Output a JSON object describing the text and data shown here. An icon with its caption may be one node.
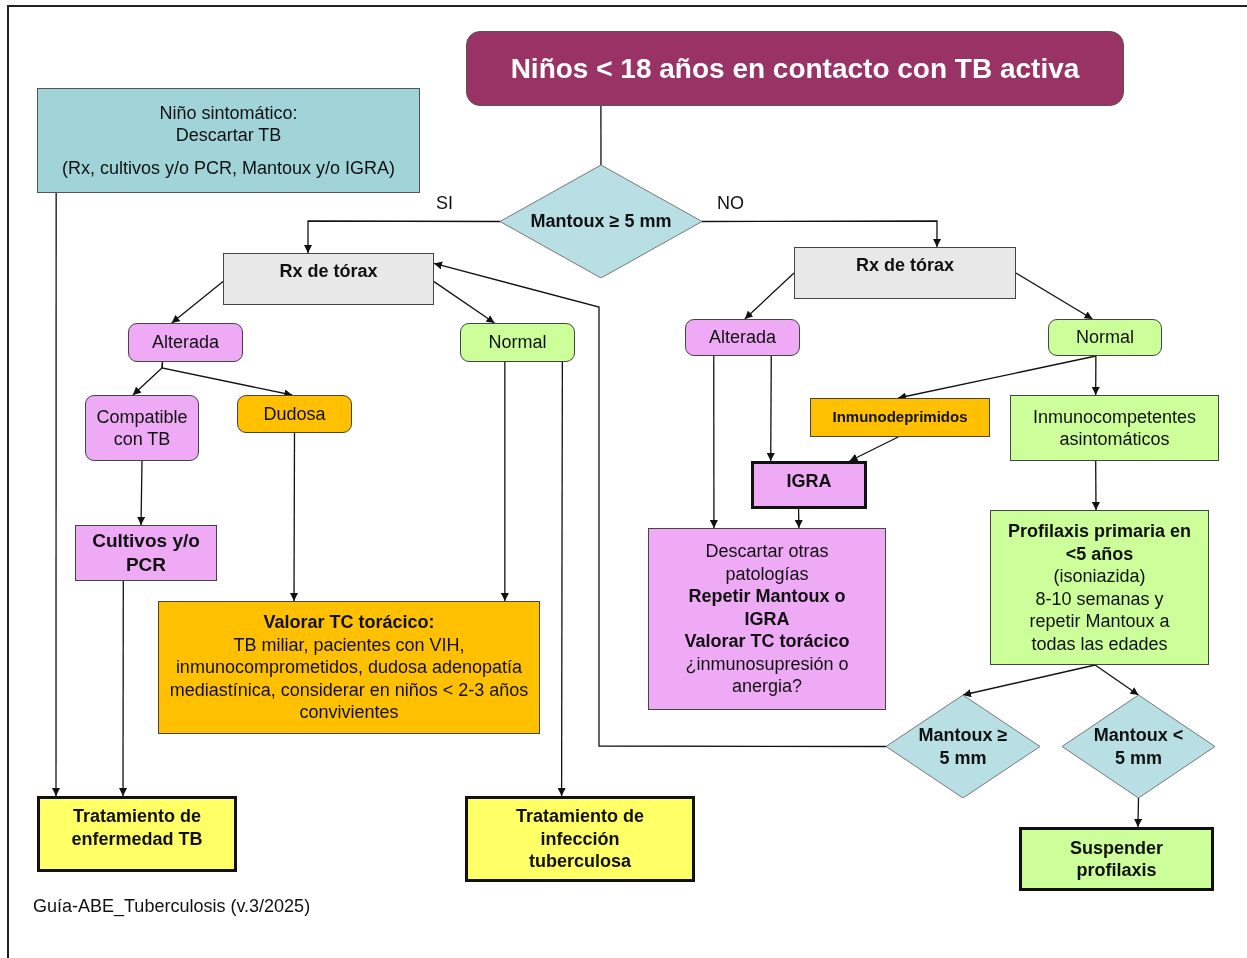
{
  "diagram": {
    "nodes": [
      {
        "text": [
          "Niños < 18 años en contacto con TB activa"
        ]
      },
      {
        "text": [
          "Niño sintomático: Descartar TB",
          "(Rx, cultivos y/o PCR, Mantoux y/o IGRA)"
        ]
      },
      {
        "text": [
          "Mantoux ≥ 5 mm"
        ]
      },
      {
        "text": [
          "Rx de tórax"
        ]
      },
      {
        "text": [
          "Alterada"
        ]
      },
      {
        "text": [
          "Normal"
        ]
      },
      {
        "text": [
          "Compatible con TB"
        ]
      },
      {
        "text": [
          "Dudosa"
        ]
      },
      {
        "text": [
          "Cultivos y/o PCR"
        ]
      },
      {
        "text": [
          "Valorar TC torácico:",
          "TB miliar, pacientes con VIH, inmunocomprometidos, dudosa adenopatía mediastínica, considerar en niños < 2-3 años convivientes"
        ]
      },
      {
        "text": [
          "Rx de tórax"
        ]
      },
      {
        "text": [
          "Alterada"
        ]
      },
      {
        "text": [
          "Normal"
        ]
      },
      {
        "text": [
          "Inmunodeprimidos"
        ]
      },
      {
        "text": [
          "Inmunocompetentes asintomáticos"
        ]
      },
      {
        "text": [
          "IGRA"
        ]
      },
      {
        "text": [
          "Descartar otras patologías",
          "Repetir Mantoux o IGRA",
          "Valorar TC torácico",
          "¿inmunosupresión o anergia?"
        ]
      },
      {
        "text": [
          "Profilaxis primaria en <5 años",
          "(isoniazida)",
          "8-10 semanas y repetir Mantoux a todas las edades"
        ]
      },
      {
        "text": [
          "Mantoux ≥ 5 mm"
        ]
      },
      {
        "text": [
          "Mantoux < 5 mm"
        ]
      },
      {
        "text": [
          "Tratamiento de enfermedad TB"
        ]
      },
      {
        "text": [
          "Tratamiento de infección tuberculosa"
        ]
      },
      {
        "text": [
          "Suspender profilaxis"
        ]
      }
    ],
    "edges": [
      {
        "from": 0,
        "to": 2,
        "arrow": "none"
      },
      {
        "from": 2,
        "to": 3,
        "arrow": "to",
        "label": "SI"
      },
      {
        "from": 2,
        "to": 10,
        "arrow": "to",
        "label": "NO"
      },
      {
        "from": 3,
        "to": 4,
        "arrow": "to"
      },
      {
        "from": 3,
        "to": 5,
        "arrow": "to"
      },
      {
        "from": 4,
        "to": 6,
        "arrow": "to"
      },
      {
        "from": 4,
        "to": 7,
        "arrow": "to"
      },
      {
        "from": 6,
        "to": 8,
        "arrow": "to"
      },
      {
        "from": 7,
        "to": 9,
        "arrow": "to"
      },
      {
        "from": 5,
        "to": 9,
        "arrow": "to"
      },
      {
        "from": 5,
        "to": 21,
        "arrow": "to"
      },
      {
        "from": 1,
        "to": 20,
        "arrow": "to"
      },
      {
        "from": 8,
        "to": 20,
        "arrow": "to"
      },
      {
        "from": 10,
        "to": 11,
        "arrow": "to"
      },
      {
        "from": 10,
        "to": 12,
        "arrow": "to"
      },
      {
        "from": 11,
        "to": 16,
        "arrow": "to"
      },
      {
        "from": 11,
        "to": 15,
        "arrow": "to"
      },
      {
        "from": 12,
        "to": 13,
        "arrow": "to"
      },
      {
        "from": 12,
        "to": 14,
        "arrow": "to"
      },
      {
        "from": 13,
        "to": 15,
        "arrow": "to"
      },
      {
        "from": 15,
        "to": 16,
        "arrow": "to"
      },
      {
        "from": 14,
        "to": 17,
        "arrow": "to"
      },
      {
        "from": 17,
        "to": 18,
        "arrow": "to"
      },
      {
        "from": 17,
        "to": 19,
        "arrow": "to"
      },
      {
        "from": 18,
        "to": 3,
        "arrow": "to"
      },
      {
        "from": 19,
        "to": 22,
        "arrow": "to"
      }
    ],
    "labels": [
      "Guía-ABE_Tuberculosis (v.3/2025)"
    ]
  }
}
